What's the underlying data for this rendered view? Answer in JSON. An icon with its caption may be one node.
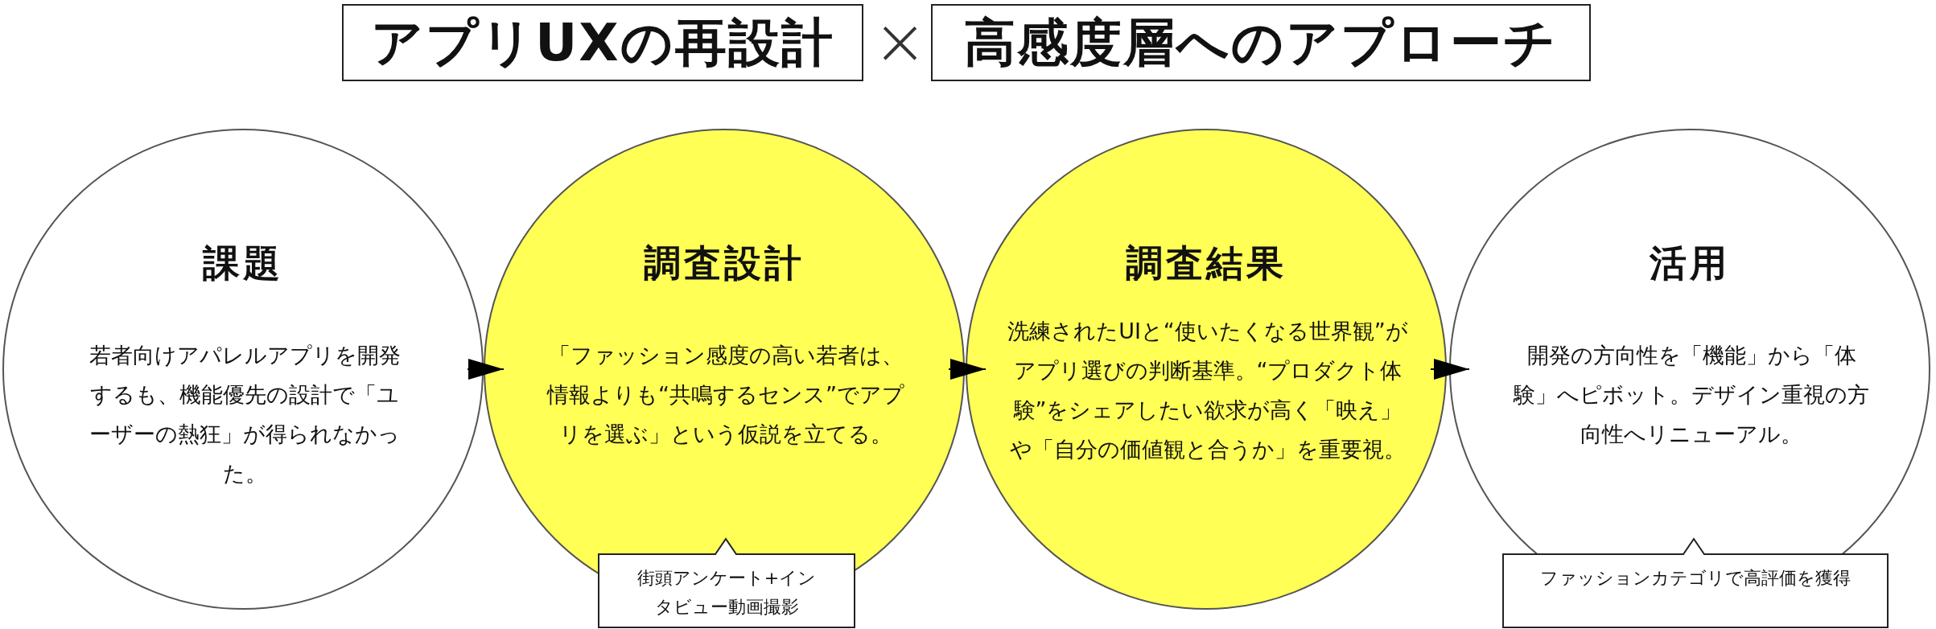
{
  "diagram": {
    "nodes": [
      {
        "text": [
          "アプリUXの再設計"
        ]
      },
      {
        "text": [
          "高感度層へのアプローチ"
        ]
      },
      {
        "text": [
          "課題",
          "若者向けアパレルアプリを開発するも、機能優先の設計で「ユーザーの熱狂」が得られなかった。"
        ]
      },
      {
        "text": [
          "調査設計",
          "「ファッション感度の高い若者は、情報よりも“共鳴するセンス”でアプリを選ぶ」という仮説を立てる。"
        ]
      },
      {
        "text": [
          "調査結果",
          "洗練されたUIと“使いたくなる世界観”がアプリ選びの判断基準。“プロダクト体験”をシェアしたい欲求が高く「映え」や「自分の価値観と合うか」を重要視。"
        ]
      },
      {
        "text": [
          "活用",
          "開発の方向性を「機能」から「体験」へピボット。デザイン重視の方向性へリニューアル。"
        ]
      },
      {
        "text": [
          "街頭アンケート+インタビュー動画撮影"
        ]
      },
      {
        "text": [
          "ファッションカテゴリで高評価を獲得"
        ]
      }
    ],
    "edges": [
      {
        "from": 2,
        "to": 3,
        "arrow": "to"
      },
      {
        "from": 3,
        "to": 4,
        "arrow": "to"
      },
      {
        "from": 4,
        "to": 5,
        "arrow": "to"
      }
    ],
    "labels": [
      "×"
    ]
  }
}
